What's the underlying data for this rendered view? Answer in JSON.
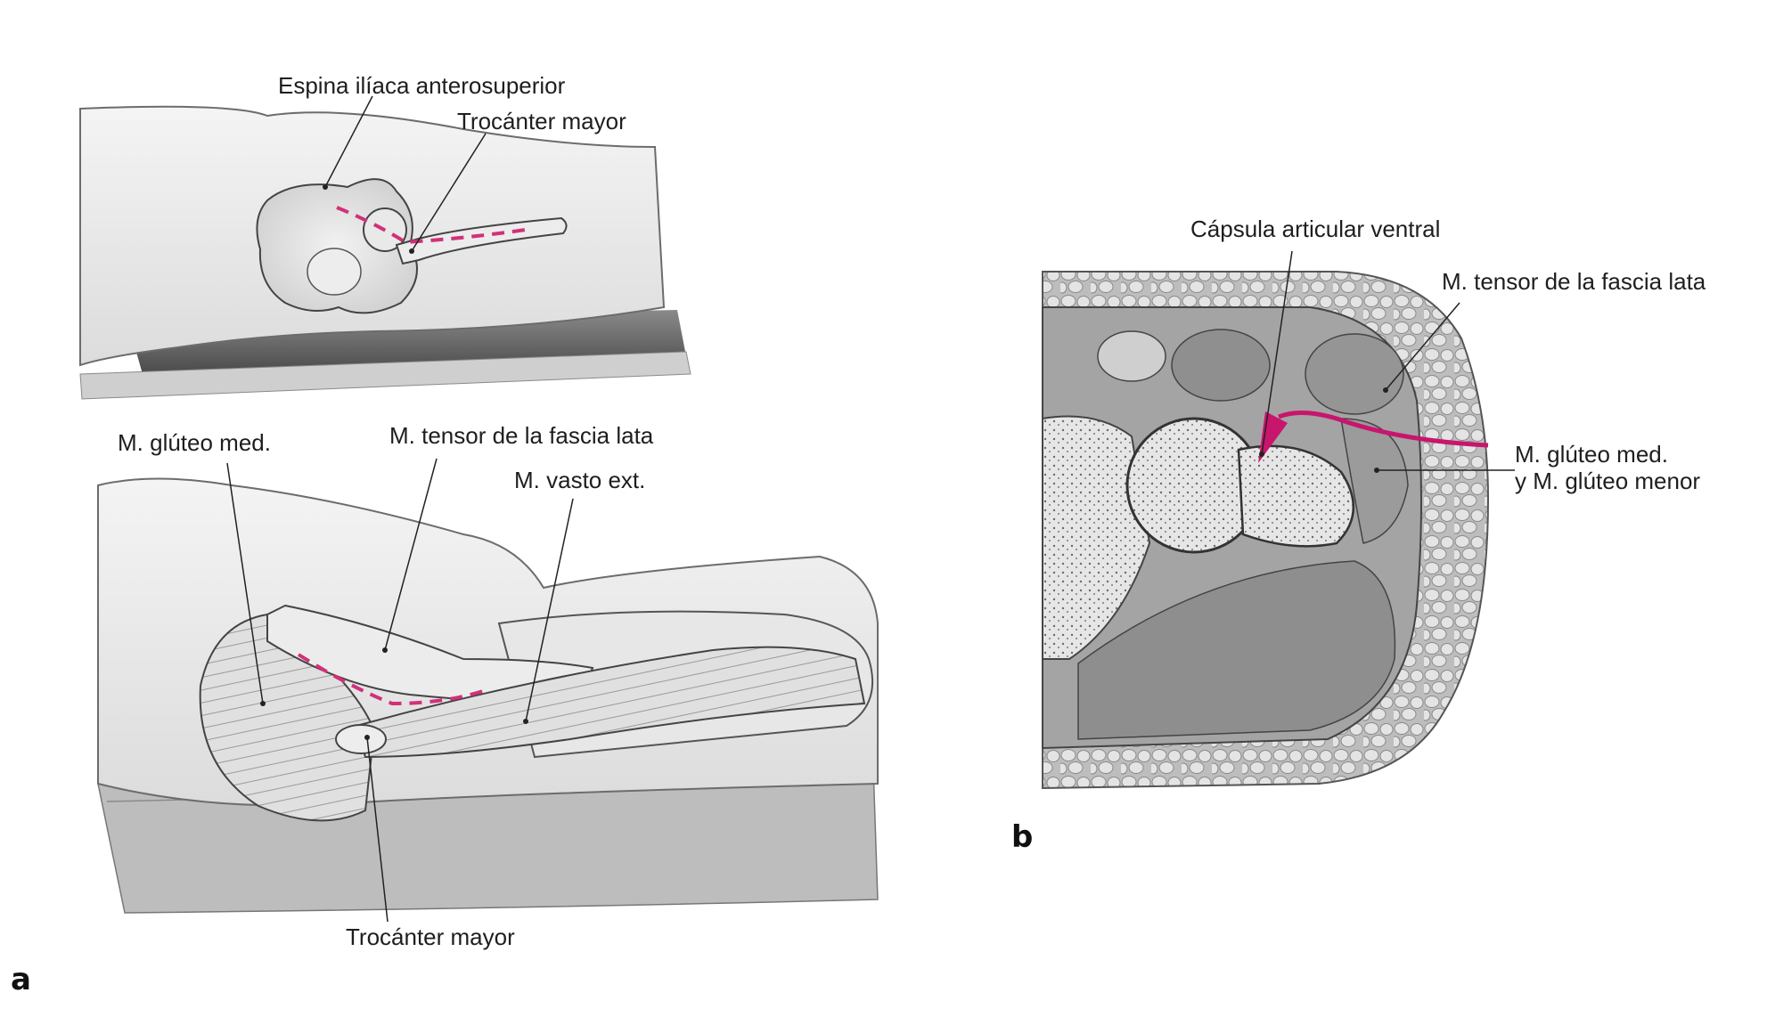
{
  "figure_a": {
    "panel_letter": "a",
    "top_view": {
      "labels": {
        "asis": "Espina ilíaca anterosuperior",
        "trochanter": "Trocánter mayor"
      }
    },
    "bottom_view": {
      "labels": {
        "gluteus_medius": "M. glúteo med.",
        "tensor_fascia_lata": "M. tensor de la fascia lata",
        "vastus_lateralis": "M. vasto ext.",
        "trochanter": "Trocánter mayor"
      }
    }
  },
  "figure_b": {
    "panel_letter": "b",
    "labels": {
      "ventral_capsule": "Cápsula articular ventral",
      "tensor_fascia_lata": "M. tensor de la fascia lata",
      "gluteus_line1": "M. glúteo med.",
      "gluteus_line2": "y M. glúteo menor"
    }
  },
  "colors": {
    "incision": "#d2307a",
    "arrow": "#c8156e",
    "outline": "#3c3c3c",
    "muscle_gray": "#9a9a9a",
    "fat_gray": "#d4d4d4"
  }
}
